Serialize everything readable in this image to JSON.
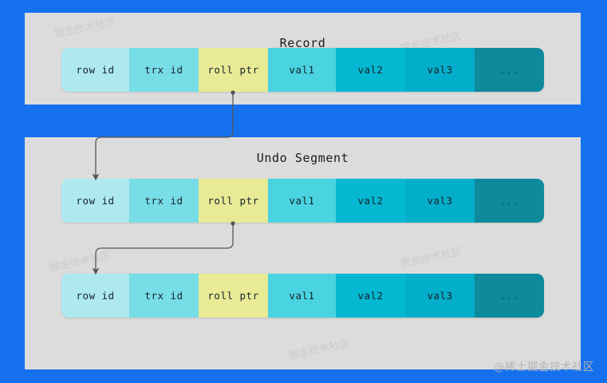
{
  "page": {
    "background_color": "#1570ee",
    "panel_color": "#dcdcdc",
    "watermark": "@稀土掘金技术社区"
  },
  "panels": [
    {
      "id": "record",
      "title": "Record"
    },
    {
      "id": "undo",
      "title": "Undo Segment"
    }
  ],
  "columns": [
    {
      "label": "row id",
      "color": "#ade9ef"
    },
    {
      "label": "trx id",
      "color": "#77dde6"
    },
    {
      "label": "roll ptr",
      "color": "#e8ea95"
    },
    {
      "label": "val1",
      "color": "#4ad3e0"
    },
    {
      "label": "val2",
      "color": "#05b8d2"
    },
    {
      "label": "val3",
      "color": "#03aecb"
    },
    {
      "label": "...",
      "color": "#0d8a9c"
    }
  ],
  "rows": [
    {
      "id": "record-row",
      "panel": "record",
      "cells": [
        "row id",
        "trx id",
        "roll ptr",
        "val1",
        "val2",
        "val3",
        "..."
      ]
    },
    {
      "id": "undo-row-1",
      "panel": "undo",
      "cells": [
        "row id",
        "trx id",
        "roll ptr",
        "val1",
        "val2",
        "val3",
        "..."
      ]
    },
    {
      "id": "undo-row-2",
      "panel": "undo",
      "cells": [
        "row id",
        "trx id",
        "roll ptr",
        "val1",
        "val2",
        "val3",
        "..."
      ]
    }
  ],
  "arrows": [
    {
      "id": "roll-ptr-to-undo-1",
      "from": "record-row.roll ptr",
      "to": "undo-row-1.row id",
      "color": "#555555"
    },
    {
      "id": "roll-ptr-to-undo-2",
      "from": "undo-row-1.roll ptr",
      "to": "undo-row-2.row id",
      "color": "#555555"
    }
  ],
  "watermarks_faint": [
    "掘金技术社区",
    "掘金技术社区",
    "掘金技术社区",
    "掘金技术社区",
    "掘金技术社区",
    "掘金技术社区"
  ]
}
